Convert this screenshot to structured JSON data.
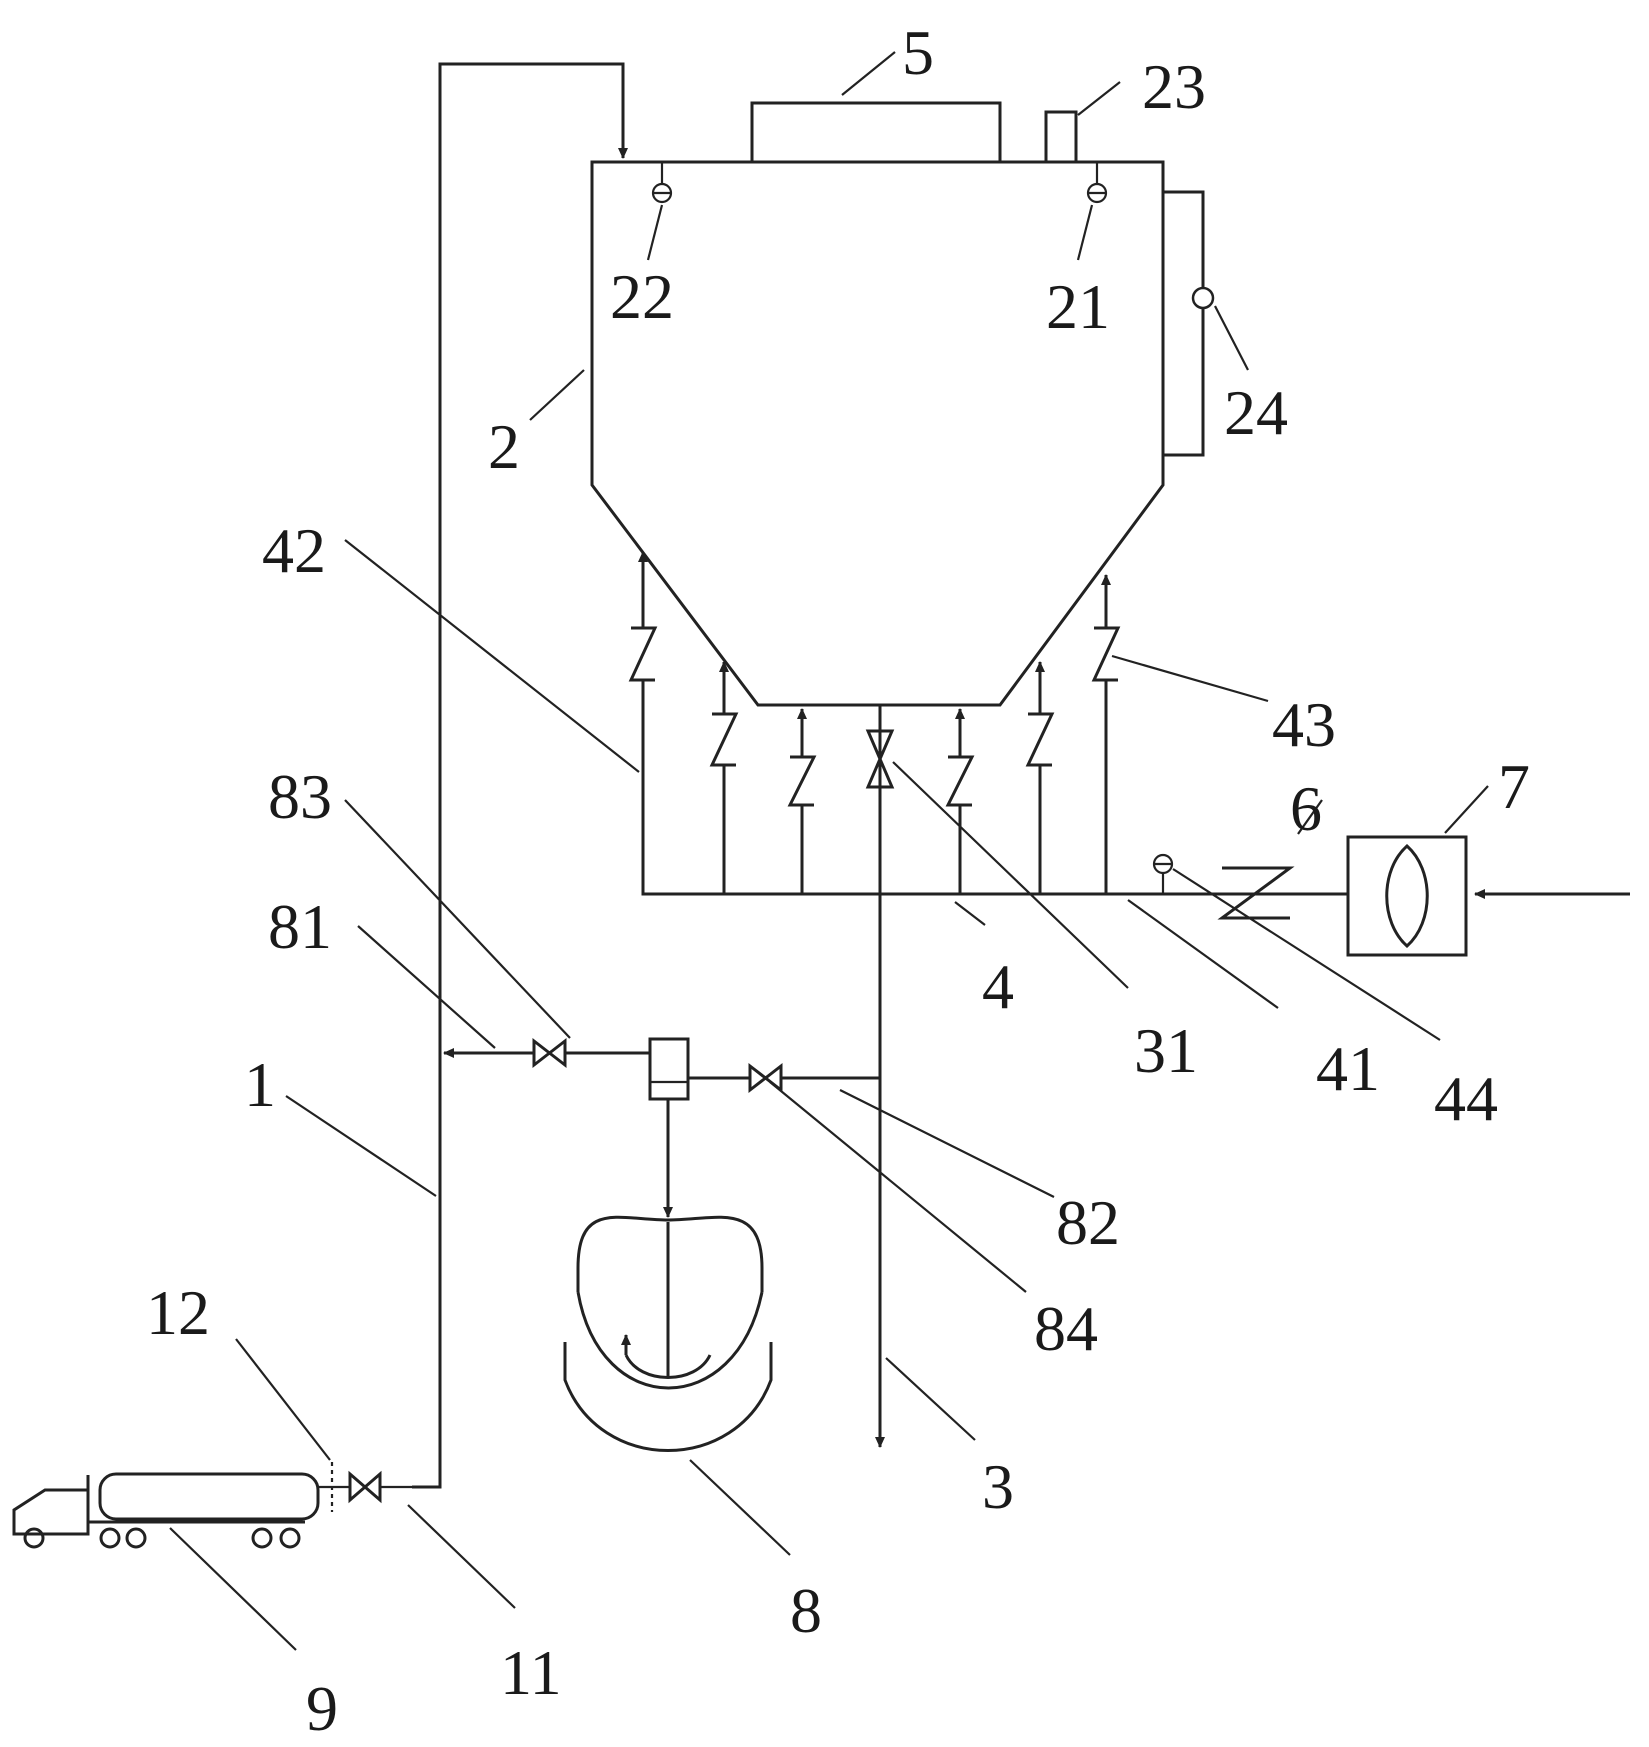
{
  "labels": {
    "l1": "1",
    "l2": "2",
    "l3": "3",
    "l4": "4",
    "l5": "5",
    "l6": "6",
    "l7": "7",
    "l8": "8",
    "l9": "9",
    "l11": "11",
    "l12": "12",
    "l21": "21",
    "l22": "22",
    "l23": "23",
    "l24": "24",
    "l31": "31",
    "l41": "41",
    "l42": "42",
    "l43": "43",
    "l44": "44",
    "l81": "81",
    "l82": "82",
    "l83": "83",
    "l84": "84"
  },
  "colors": {
    "line": "#222222",
    "background": "#ffffff"
  }
}
